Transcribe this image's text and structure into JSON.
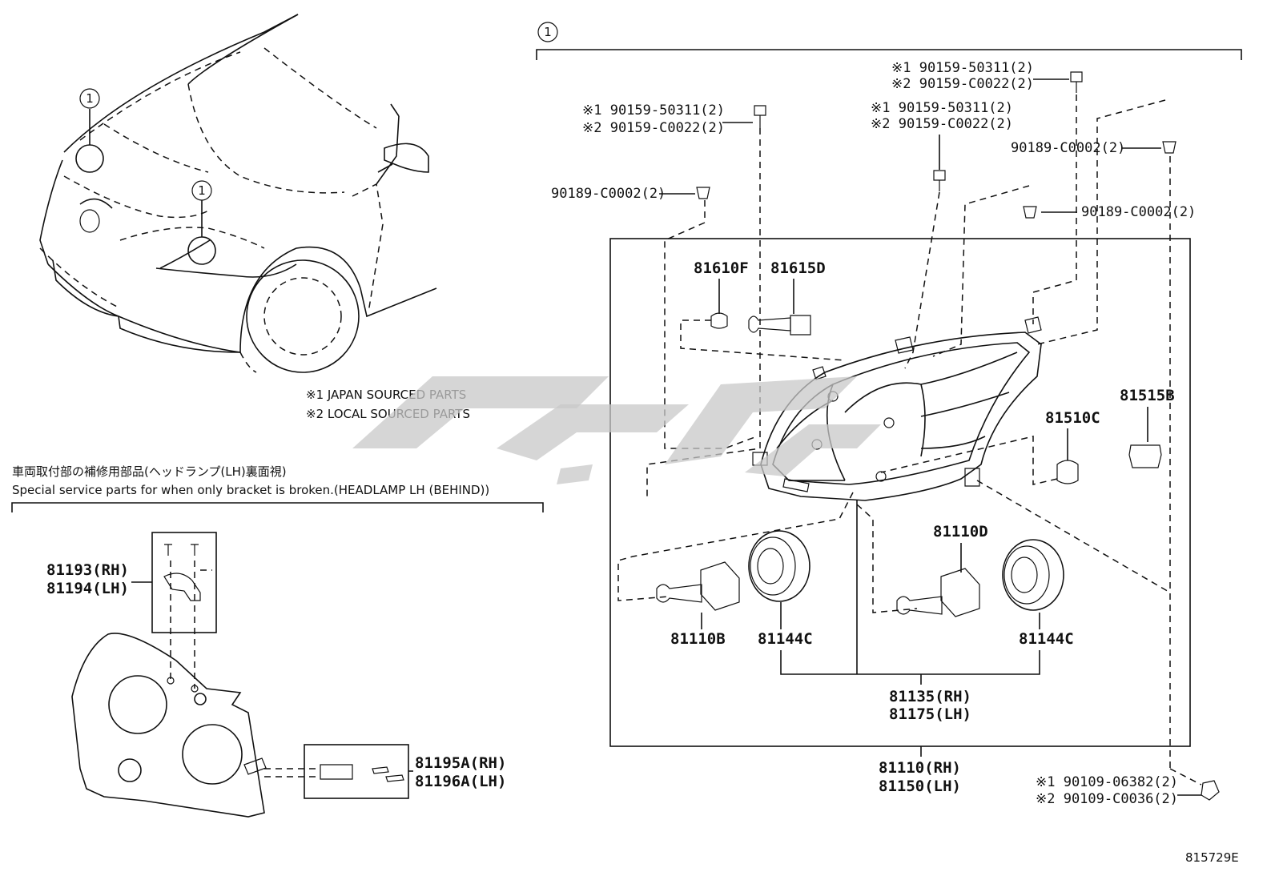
{
  "callout_symbol": "1",
  "notes": {
    "japan": "※1 JAPAN SOURCED PARTS",
    "local": "※2 LOCAL SOURCED PARTS"
  },
  "special_service": {
    "title_jp": "車両取付部の補修用部品(ヘッドランプ(LH)裏面視)",
    "title_en": "Special service parts for when only bracket is broken.(HEADLAMP LH (BEHIND))"
  },
  "parts": {
    "bracket_rh": "81193(RH)",
    "bracket_lh": "81194(LH)",
    "bracket2_rh": "81195A(RH)",
    "bracket2_lh": "81196A(LH)",
    "bulb_81610F": "81610F",
    "bulb_81615D": "81615D",
    "socket_81515B": "81515B",
    "bulb_81510C": "81510C",
    "bulb_81110B": "81110B",
    "bulb_81110D": "81110D",
    "cover_81144C_1": "81144C",
    "cover_81144C_2": "81144C",
    "unit_rh": "81135(RH)",
    "unit_lh": "81175(LH)",
    "assy_rh": "81110(RH)",
    "assy_lh": "81150(LH)",
    "screw_a1": "※1 90159-50311(2)",
    "screw_a2": "※2 90159-C0022(2)",
    "screw_b1": "※1 90159-50311(2)",
    "screw_b2": "※2 90159-C0022(2)",
    "screw_c1": "※1 90159-50311(2)",
    "screw_c2": "※2 90159-C0022(2)",
    "clip_left": "90189-C0002(2)",
    "clip_right_top": "90189-C0002(2)",
    "clip_right_mid": "90189-C0002(2)",
    "bolt_1": "※1 90109-06382(2)",
    "bolt_2": "※2 90109-C0036(2)"
  },
  "figure_code": "815729E"
}
